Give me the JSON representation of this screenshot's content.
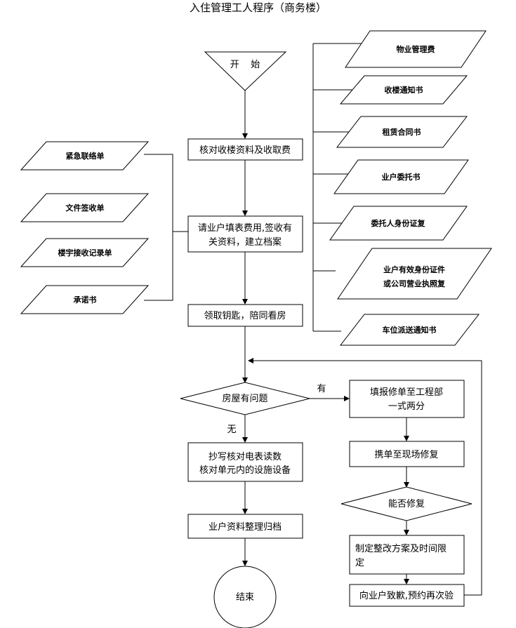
{
  "title": "入住管理工人程序（商务楼）",
  "start": "开    始",
  "end": "结束",
  "main_steps": {
    "verify": "核对收楼资料及收取费",
    "fill_1": "请业户填表费用,签收有",
    "fill_2": "关资料，建立档案",
    "keys": "领取钥匙，陪同看房",
    "meter_1": "抄写核对电表读数",
    "meter_2": "核对单元内的设施设备",
    "archive": "业户资料整理归档"
  },
  "decision_problem": "房屋有问题",
  "label_yes": "有",
  "label_no": "无",
  "repair": {
    "report_1": "填报修单至工程部",
    "report_2": "一式两分",
    "onsite": "携单至现场修复",
    "can_fix": "能否修复",
    "plan_1": "制定整改方案及时间限",
    "plan_2": "定",
    "apology": "向业户致歉,预约再次验"
  },
  "left_docs": [
    "紧急联络单",
    "文件签收单",
    "楼宇接收记录单",
    "承诺书"
  ],
  "right_docs": [
    "物业管理费",
    "收楼通知书",
    "租赁合同书",
    "业户委托书",
    "委托人身份证复",
    "车位派送通知书"
  ],
  "right_doc_multiline": [
    "业户有效身份证件",
    "或公司营业执照复"
  ]
}
